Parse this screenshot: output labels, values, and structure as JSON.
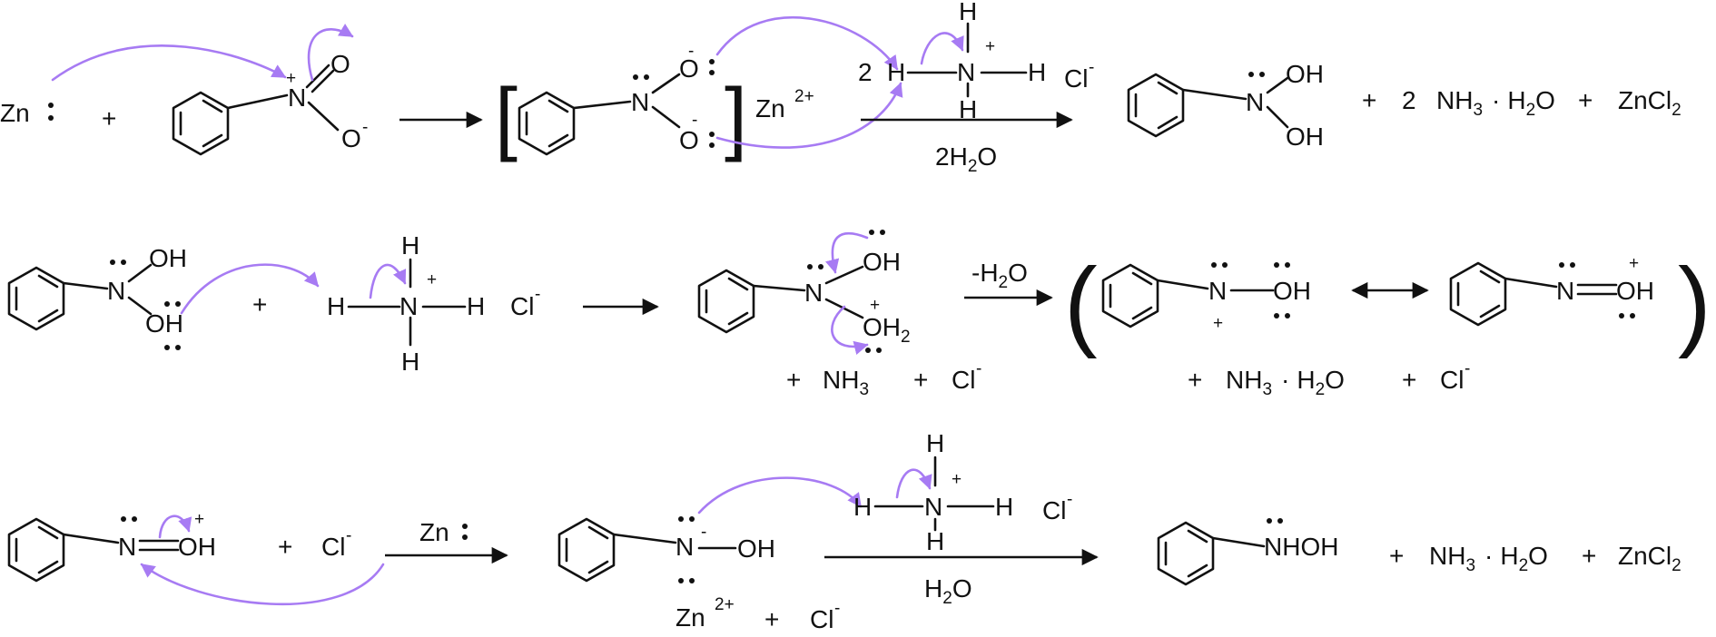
{
  "colors": {
    "ink": "#111111",
    "curly_arrow": "#a77bf3",
    "background": "#ffffff"
  },
  "labels": {
    "zn": "Zn",
    "plus": "+",
    "minus": "-",
    "charge_plus": "+",
    "n": "N",
    "o": "O",
    "oh": "OH",
    "oh2": "OH",
    "h": "H",
    "cl": "Cl",
    "two": "2",
    "nh3": "NH",
    "h2o": "H",
    "o_suffix": "O",
    "sub2": "2",
    "sub3": "3",
    "dot_mid": "·",
    "zncl": "ZnCl",
    "zn2plus": "Zn",
    "sup2plus": "2+",
    "nhoh": "NHOH",
    "bracket_open": "[",
    "bracket_close": "]",
    "paren_open": "(",
    "paren_close": ")",
    "cond_2h2o_num": "2",
    "cond_minus_h2o": "-H",
    "reagent_zn": "Zn"
  }
}
